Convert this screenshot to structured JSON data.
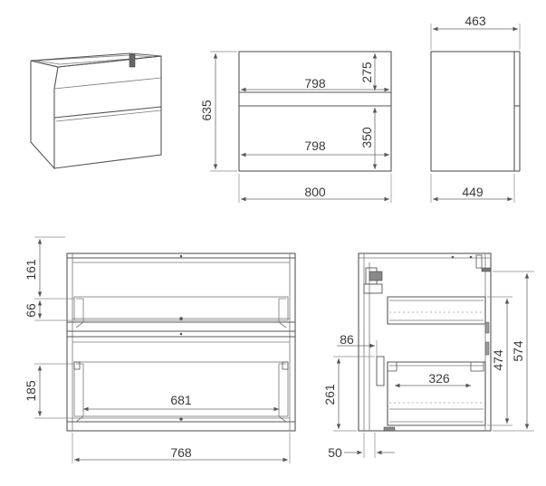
{
  "dimensions": {
    "side_depth_top": "463",
    "front_height_total": "635",
    "front_drawer1_width": "798",
    "front_drawer1_height": "275",
    "front_drawer2_width": "798",
    "front_drawer2_height": "350",
    "front_overall_width": "800",
    "side_depth_bottom": "449",
    "inner_upper_height": "161",
    "inner_gap_height": "66",
    "inner_lower_height": "185",
    "inner_lower_width": "681",
    "inner_overall_width": "768",
    "section_offset_86": "86",
    "section_inner_depth": "326",
    "section_height_474": "474",
    "section_height_574": "574",
    "section_height_261": "261",
    "section_base_50": "50"
  }
}
